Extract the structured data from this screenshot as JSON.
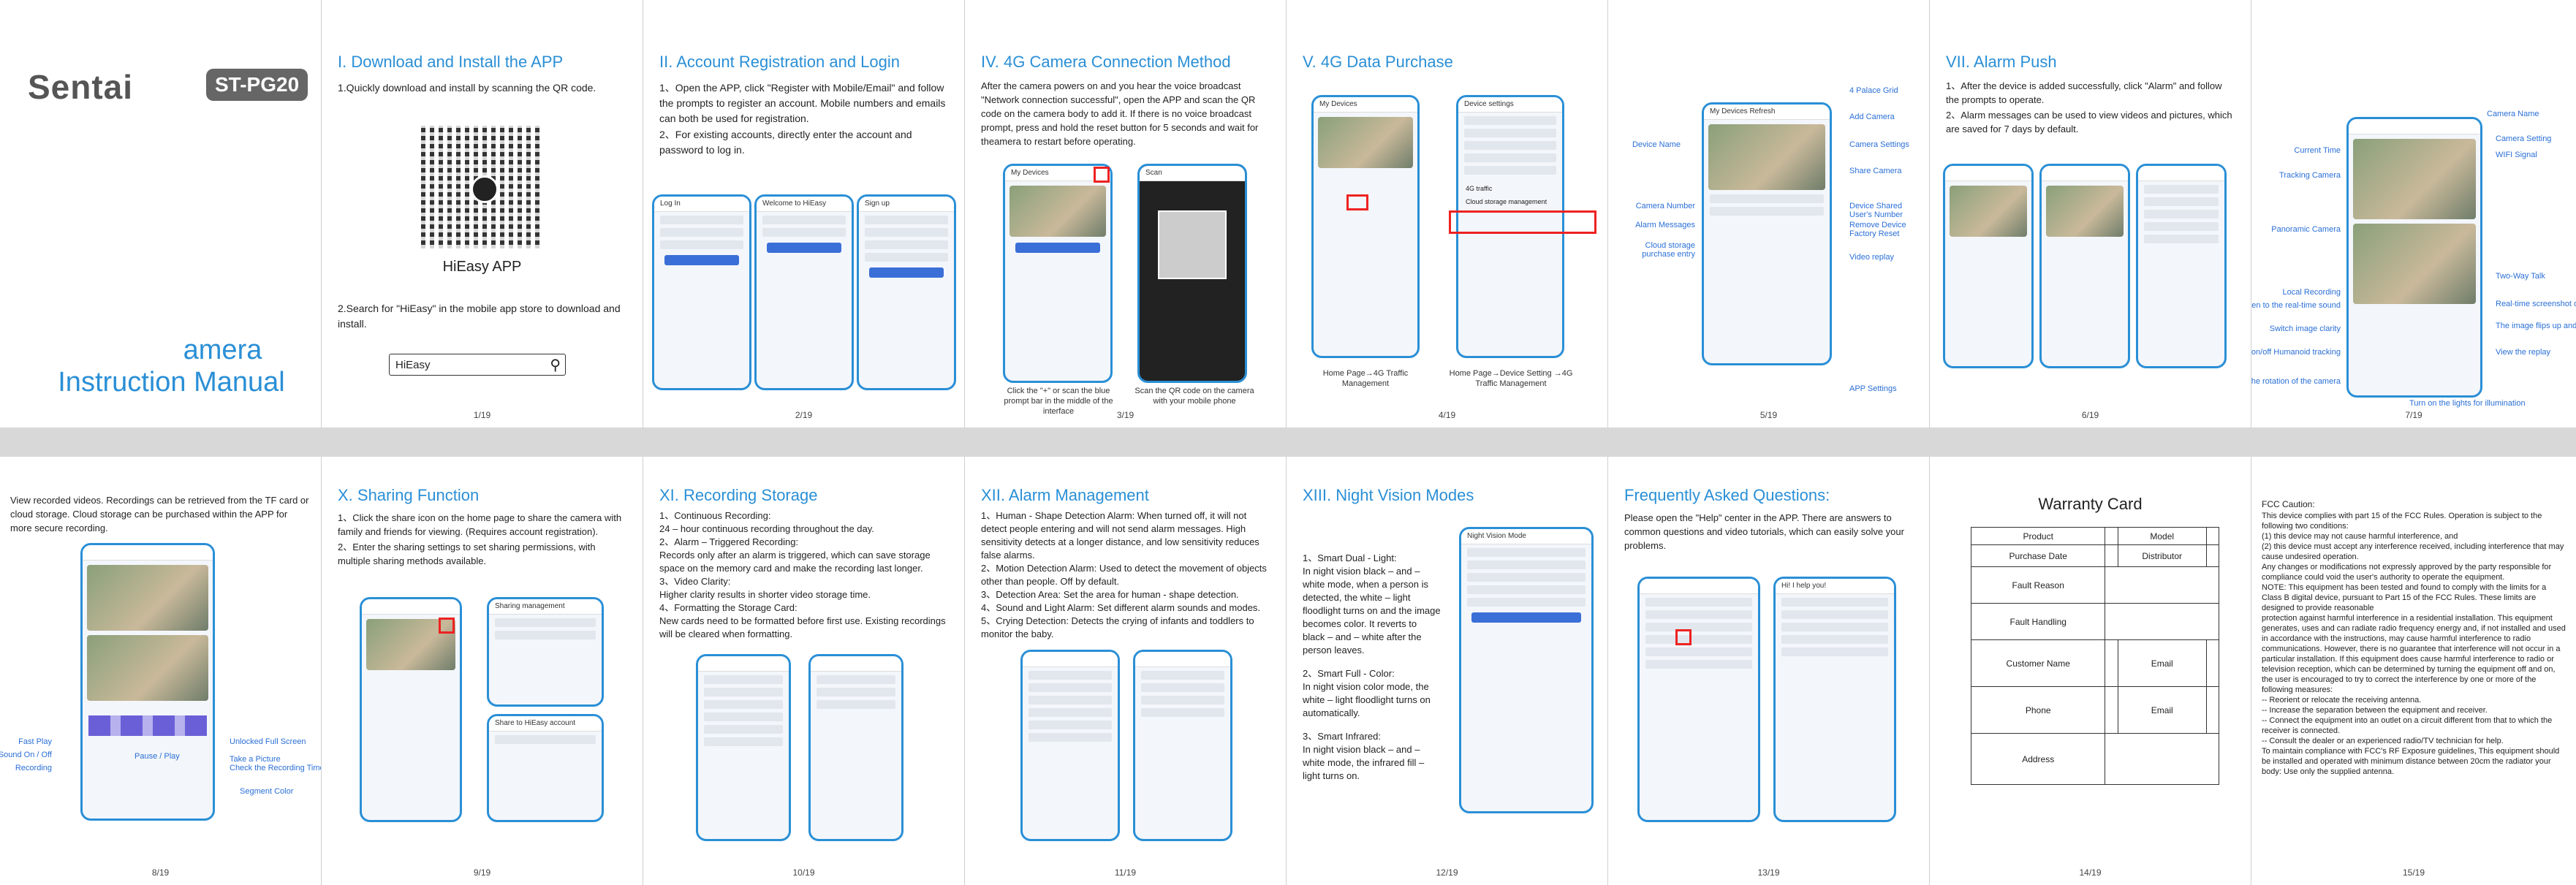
{
  "cover": {
    "brand": "Sentai",
    "model": "ST-PG20",
    "title_line1": "amera",
    "title_line2": "Instruction Manual"
  },
  "p1": {
    "title": "I. Download and Install the APP",
    "text1": "1.Quickly download and install by scanning the QR code.",
    "app_name": "HiEasy APP",
    "text2": "2.Search for \"HiEasy\" in the mobile app store to download and install.",
    "search_value": "HiEasy",
    "page": "1/19"
  },
  "p2": {
    "title": "II. Account Registration and Login",
    "text1": "1、Open the APP, click \"Register with Mobile/Email\" and follow the prompts to register an account. Mobile numbers and emails can both be used for registration.",
    "text2": "2、For existing accounts, directly enter the account and password to log in.",
    "screen_login": "Log In",
    "screen_welcome": "Welcome to HiEasy",
    "screen_signup": "Sign up",
    "page": "2/19"
  },
  "p3": {
    "title": "IV. 4G Camera Connection Method",
    "text": "After the camera powers on and you hear the voice broadcast \"Network connection successful\", open the APP and scan the QR code on the camera body to add it. If there is no voice broadcast prompt, press and hold the reset button for 5 seconds and wait for theamera to restart before operating.",
    "screen1": "My Devices",
    "screen2": "Scan",
    "cap1": "Click the \"+\" or scan the blue prompt bar in the middle of the interface",
    "cap2": "Scan the QR code on the camera with your mobile phone",
    "page": "3/19"
  },
  "p4": {
    "title": "V. 4G Data Purchase",
    "screen1": "My Devices",
    "screen2": "Device settings",
    "menu": [
      "4G traffic",
      "Cloud storage management"
    ],
    "cap1": "Home Page→4G Traffic Management",
    "cap2": "Home Page→Device Setting →4G Traffic Management",
    "page": "4/19"
  },
  "p5": {
    "screen": "My Devices  Refresh",
    "labels": [
      "4 Palace Grid",
      "Add Camera",
      "Camera Settings",
      "Share Camera",
      "Device Shared User's Number",
      "Remove Device Factory Reset",
      "Video replay",
      "APP Settings",
      "Device Name",
      "Camera Number",
      "Alarm Messages",
      "Cloud storage purchase entry"
    ],
    "page": "5/19"
  },
  "p6": {
    "title": "VII. Alarm Push",
    "text1": "1、After the device is added successfully, click \"Alarm\" and follow the prompts to operate.",
    "text2": "2、Alarm messages can be used to view videos and pictures, which are saved for 7 days by default.",
    "page": "6/19"
  },
  "p7": {
    "left_labels": [
      "Current Time",
      "Tracking Camera",
      "Panoramic Camera",
      "Local Recording",
      "Listen to the real-time sound",
      "Switch image clarity",
      "Turn on/off Humanoid tracking",
      "Control the rotation of the camera"
    ],
    "right_labels": [
      "Camera Name",
      "Camera Setting",
      "WIFI Signal",
      "Two-Way Talk",
      "Real-time screenshot of the APP",
      "The image flips up and down",
      "View the replay",
      "Turn on the lights for illumination"
    ],
    "page": "7/19"
  },
  "p8": {
    "text": "View recorded videos. Recordings can be retrieved from the TF card or cloud storage. Cloud storage can be purchased within the APP for more secure recording.",
    "labels": [
      "Fast Play",
      "Sound On / Off",
      "Recording",
      "Pause / Play",
      "Unlocked Full Screen",
      "Take a Picture",
      "Check the Recording Time",
      "Segment Color"
    ],
    "page": "8/19"
  },
  "p9": {
    "title": "X. Sharing Function",
    "text1": "1、Click the share icon on the home page to share the camera with family and friends for viewing. (Requires account registration).",
    "text2": "2、Enter the sharing settings to set sharing permissions, with multiple sharing methods available.",
    "screen1": "Sharing management",
    "screen2": "Share to HiEasy account",
    "page": "9/19"
  },
  "p10": {
    "title": "XI. Recording Storage",
    "items": [
      "1、Continuous Recording:",
      "24 – hour continuous recording throughout the day.",
      "2、Alarm – Triggered Recording:",
      "Records only after an alarm is triggered, which can save storage space on the memory card and make the recording last longer.",
      "3、Video Clarity:",
      "Higher clarity results in shorter video storage time.",
      "4、Formatting the Storage Card:",
      "New cards need to be formatted before first use. Existing recordings will be cleared when formatting."
    ],
    "page": "10/19"
  },
  "p11": {
    "title": "XII. Alarm Management",
    "items": [
      "1、Human - Shape Detection Alarm: When turned off, it will not detect people entering and will not send alarm messages. High sensitivity detects at a longer distance, and low sensitivity reduces false alarms.",
      "2、Motion Detection Alarm: Used to detect the movement of objects other than people. Off by default.",
      "3、Detection Area: Set the area for human - shape detection.",
      "4、Sound and Light Alarm: Set different alarm sounds and modes.",
      "5、Crying Detection: Detects the crying of infants and toddlers to monitor the baby."
    ],
    "page": "11/19"
  },
  "p12": {
    "title": "XIII. Night Vision Modes",
    "items": [
      "1、Smart Dual - Light:",
      "In night vision black – and – white mode, when a person is detected, the white – light floodlight turns on and the image becomes color. It reverts to black – and – white after the person leaves.",
      "2、Smart Full - Color:",
      "In night vision color mode, the white – light floodlight turns on automatically.",
      "3、Smart Infrared:",
      "In night vision black – and – white mode, the infrared fill – light turns on."
    ],
    "screen": "Night Vision Mode",
    "page": "12/19"
  },
  "p13": {
    "title": "Frequently Asked Questions:",
    "text": "Please open the \"Help\" center in the APP. There are answers to common questions and video tutorials, which can easily solve your problems.",
    "screen2": "Hi! I help you!",
    "page": "13/19"
  },
  "warranty": {
    "title": "Warranty Card",
    "rows": [
      [
        "Product",
        "Model"
      ],
      [
        "Purchase Date",
        "Distributor"
      ],
      [
        "Fault Reason",
        ""
      ],
      [
        "Fault Handling",
        ""
      ],
      [
        "Customer Name",
        "Email"
      ],
      [
        "Phone",
        "Email"
      ],
      [
        "Address",
        ""
      ]
    ],
    "page": "14/19"
  },
  "fcc": {
    "title": "FCC Caution:",
    "lines": [
      "This device complies with part 15 of the FCC Rules. Operation is subject to the following two conditions:",
      "(1) this device may not cause harmful interference, and",
      "(2) this device must accept any interference received, including interference that may cause undesired operation.",
      "Any changes or modifications not expressly approved by the party responsible for compliance could void the user's authority to operate the equipment.",
      "NOTE: This equipment has been tested and found to comply with the limits for a Class B digital device, pursuant to Part 15 of the FCC Rules. These limits are designed to provide reasonable",
      "protection against harmful interference in a residential installation. This equipment generates, uses and can radiate radio frequency energy and, if not installed and used in accordance with the instructions, may cause harmful interference to radio communications. However, there is no guarantee that interference will not occur in a particular installation. If this equipment does cause harmful interference to radio or television reception, which can be determined by turning the equipment off and on, the user is encouraged to try to correct the interference by one or more of the following measures:",
      "-- Reorient or relocate the receiving antenna.",
      "-- Increase the separation between the equipment and receiver.",
      "-- Connect the equipment into an outlet on a circuit different from that to which the receiver is connected.",
      "-- Consult the dealer or an experienced radio/TV technician for help.",
      "To maintain compliance with FCC's RF Exposure guidelines, This equipment should be installed and operated with minimum distance between 20cm the radiator your body: Use only the supplied antenna."
    ],
    "page": "15/19"
  }
}
